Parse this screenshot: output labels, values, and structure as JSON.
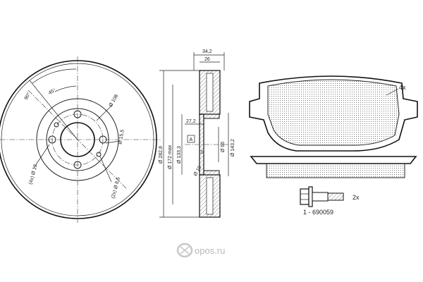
{
  "disc_face": {
    "angle_large": "90°",
    "angle_small": "45°",
    "bolt_circle": "Ø 108",
    "hole_dim": "Ø 15,5",
    "hub_dim": "(4x) Ø 13",
    "small_hole": "(2x) Ø 8,5"
  },
  "disc_section": {
    "overall_thickness": "34,2",
    "disc_thickness": "26",
    "outer_diameter": "Ø 282,8",
    "inner_diameter": "Ø 172 max",
    "hat_diameter": "Ø 133,3",
    "hat_height": "27,2",
    "section_marker": "A",
    "offset": "3",
    "center_bore": "Ø 66",
    "pitch_diameter": "Ø 143,2",
    "small_mark": "Ø 10"
  },
  "brake_pad": {
    "quantity": "4x"
  },
  "bolt": {
    "quantity": "2x",
    "part_number": "1 - 690059"
  },
  "watermark": {
    "brand_name": "ороs.ru"
  },
  "colors": {
    "line": "#222222",
    "hatch": "#555555",
    "watermark": "#b9b9b9",
    "logo": "#c8c8c8"
  }
}
